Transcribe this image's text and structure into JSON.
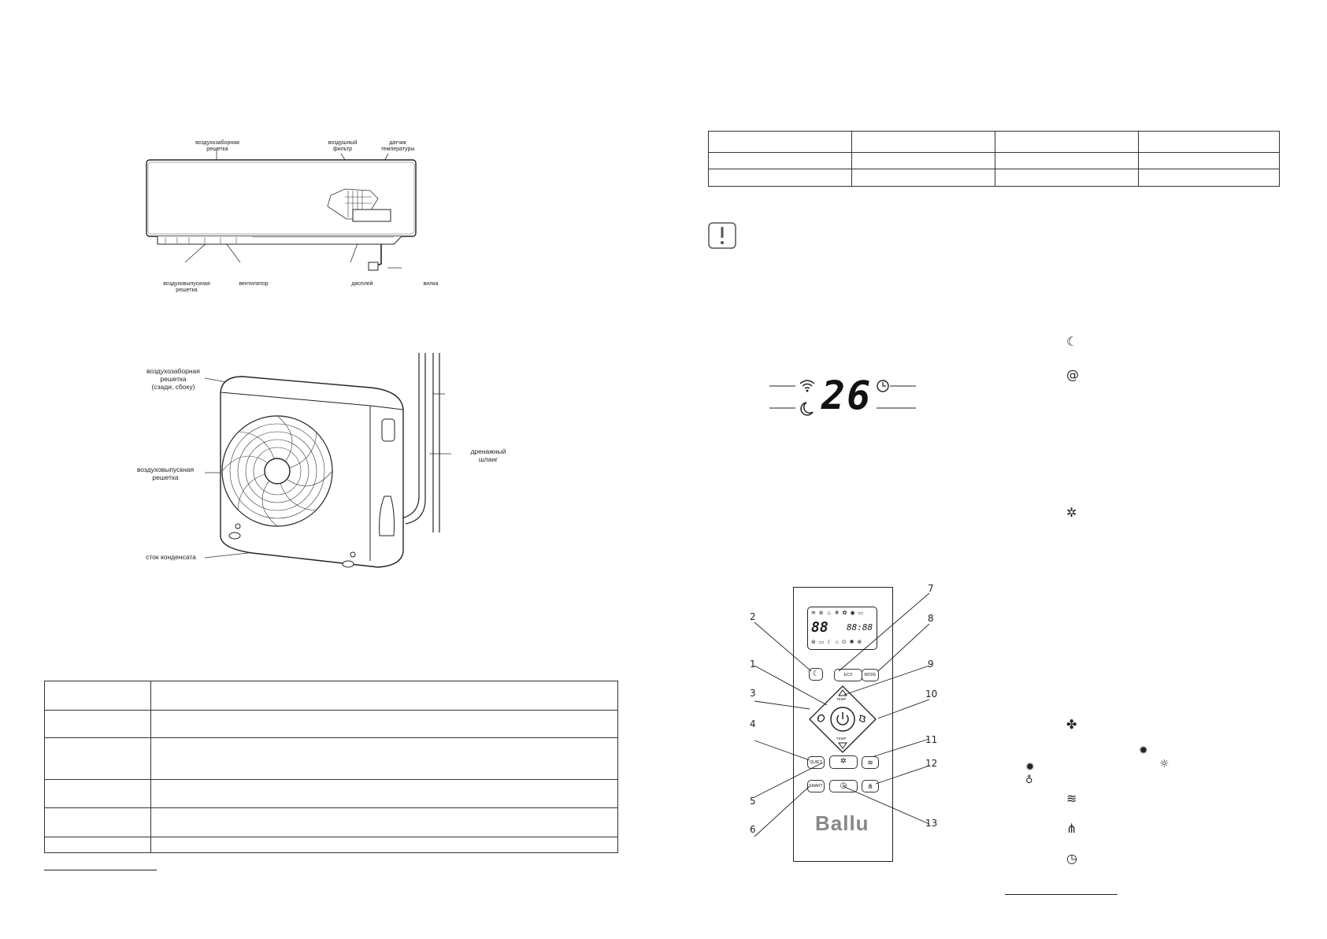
{
  "indoor_unit": {
    "labels": {
      "intake_grille": "воздухозаборная\nрешетка",
      "air_filter": "воздушный\nфильтр",
      "temp_sensor": "датчик\nтемпературы",
      "outlet_grille": "воздуховыпускная\nрешетка",
      "fan": "вентилятор",
      "display": "дисплей",
      "plug": "вилка"
    }
  },
  "outdoor_unit": {
    "labels": {
      "intake_grille": "воздухозаборная\nрешетка\n(сзади, сбоку)",
      "outlet_grille": "воздуховыпускная\nрешетка",
      "condensate": "сток конденсата",
      "drain_hose": "дренажный\nшланг"
    }
  },
  "display_panel": {
    "temperature": "26"
  },
  "remote": {
    "brand": "Ballu",
    "buttons": {
      "eco": "ECO",
      "mode": "MODE",
      "temp_up": "TEMP",
      "temp_down": "TEMP",
      "quiet": "QUIET",
      "smart": "SMART"
    },
    "lcd": {
      "left_digits": "88",
      "right_digits": "88:88"
    },
    "callouts": [
      "1",
      "2",
      "3",
      "4",
      "5",
      "6",
      "7",
      "8",
      "9",
      "10",
      "11",
      "12",
      "13"
    ]
  },
  "icons": [
    "moon-icon",
    "swirl-icon",
    "no-light-icon",
    "fan-icon",
    "sun-icon",
    "swing-icon",
    "vertical-swing-icon",
    "timer-icon"
  ]
}
